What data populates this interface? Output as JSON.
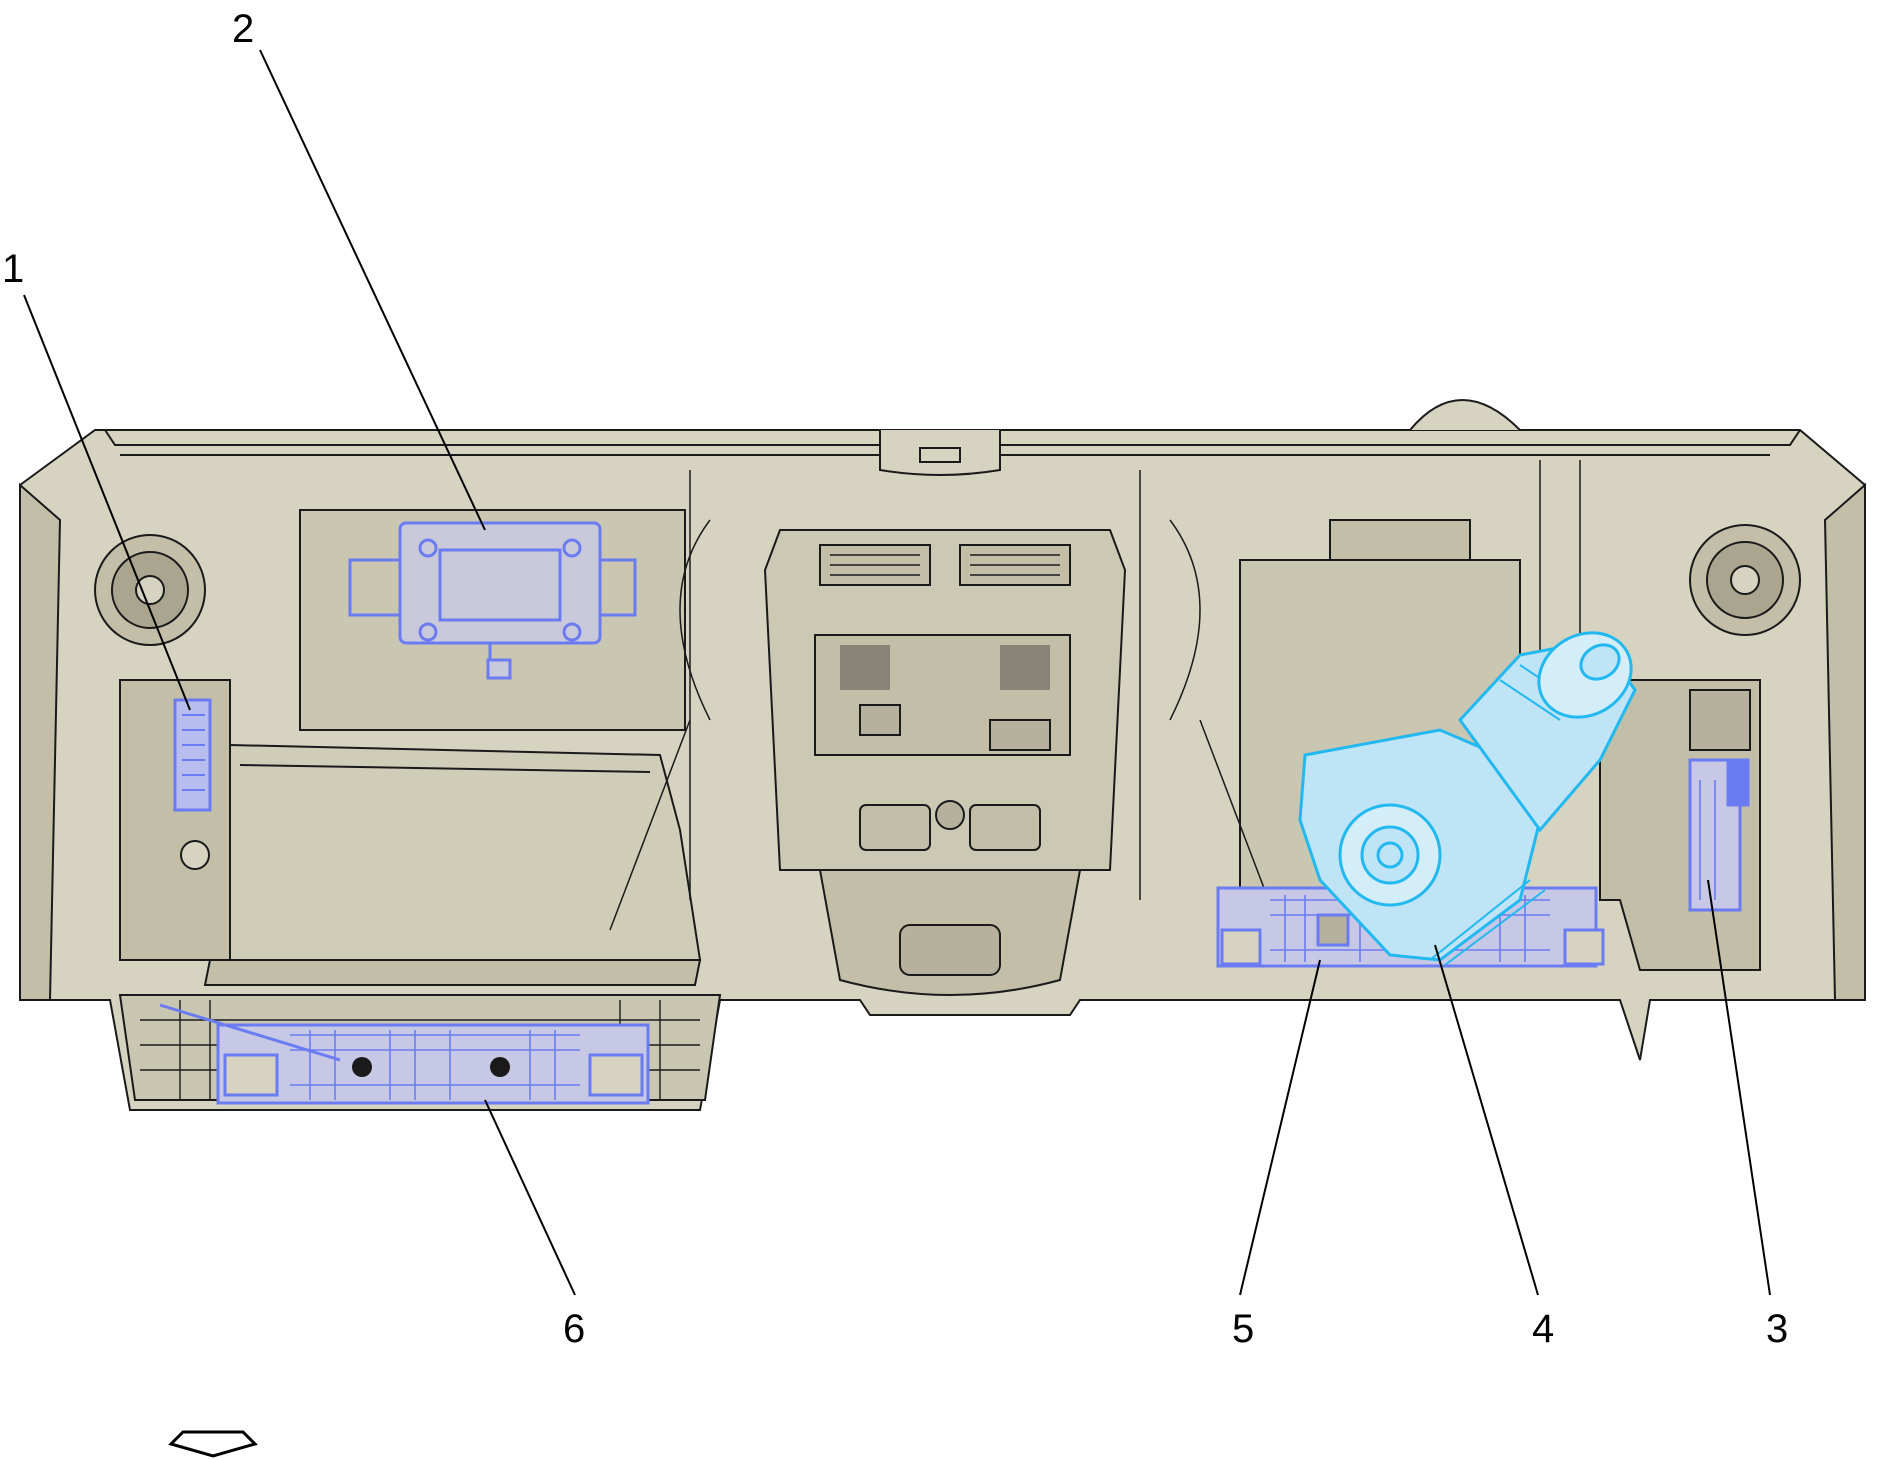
{
  "colors": {
    "panel_fill": "#d6d3c0",
    "panel_shadow": "#c2bea8",
    "line": "#1a1a1a",
    "highlight_blue": "#6b7cf2",
    "highlight_cyan": "#22b8f0",
    "background": "#ffffff"
  },
  "callouts": [
    {
      "label": "1",
      "target": "left-connector-module"
    },
    {
      "label": "2",
      "target": "upper-left-module"
    },
    {
      "label": "3",
      "target": "right-bracket-module"
    },
    {
      "label": "4",
      "target": "steering-column-motor"
    },
    {
      "label": "5",
      "target": "right-fuse-block"
    },
    {
      "label": "6",
      "target": "left-fuse-block"
    }
  ],
  "view_arrow_icon": "down-arrow-icon"
}
